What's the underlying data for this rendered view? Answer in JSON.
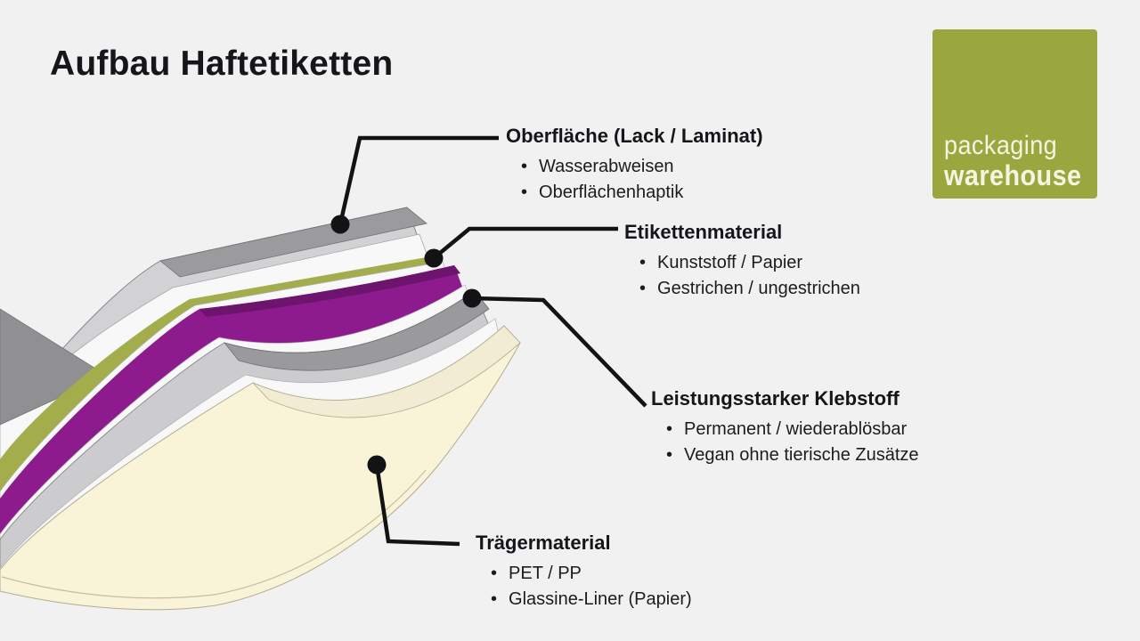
{
  "page": {
    "background": "#f1f1f2"
  },
  "header": {
    "title": "Aufbau Haftetiketten"
  },
  "logo": {
    "line1": "packaging",
    "line2": "warehouse",
    "background": "#9aa73e",
    "text_color": "#f3f5e3"
  },
  "callouts": {
    "surface": {
      "heading": "Oberfläche (Lack / Laminat)",
      "bullets": [
        "Wasserabweisen",
        "Oberflächenhaptik"
      ]
    },
    "label_material": {
      "heading": "Etikettenmaterial",
      "bullets": [
        "Kunststoff / Papier",
        "Gestrichen / ungestrichen"
      ]
    },
    "adhesive": {
      "heading": "Leistungsstarker Klebstoff",
      "bullets": [
        "Permanent / wiederablösbar",
        "Vegan ohne tierische Zusätze"
      ]
    },
    "liner": {
      "heading": "Trägermaterial",
      "bullets": [
        "PET / PP",
        "Glassine-Liner (Papier)"
      ]
    }
  },
  "diagram": {
    "line_color": "#131316",
    "layers": {
      "surface": {
        "name": "Oberfläche (Lack/Laminat)",
        "face": "#d2d2d5",
        "edge": "#9b9b9e",
        "back": "#909093"
      },
      "white": {
        "name": "Zwischenschicht weiß",
        "face": "#f8f8f9"
      },
      "green": {
        "name": "Etikettenmaterial grün",
        "face": "#a3ad4b"
      },
      "purple": {
        "name": "Etikettenmaterial violett",
        "face": "#8e1b8e",
        "edge": "#6d146d"
      },
      "adhesive": {
        "name": "Klebstoff",
        "face": "#cccccf",
        "edge": "#9a9a9d"
      },
      "liner": {
        "name": "Trägermaterial",
        "face": "#f9f3d8",
        "edge": "#f2ecd4"
      }
    }
  }
}
